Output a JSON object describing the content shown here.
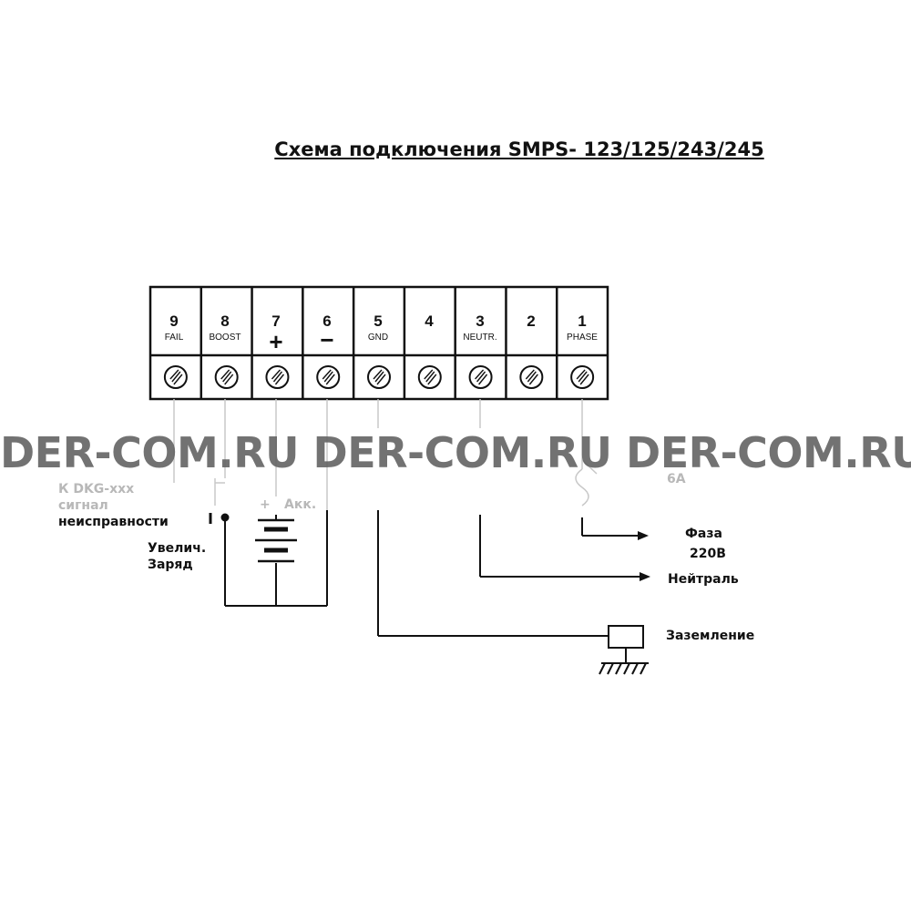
{
  "title": "Схема подключения SMPS- 123/125/243/245",
  "terminals": [
    {
      "number": "9",
      "label": "FAIL"
    },
    {
      "number": "8",
      "label": "BOOST"
    },
    {
      "number": "7",
      "label": "",
      "symbol": "+"
    },
    {
      "number": "6",
      "label": "",
      "symbol": "−"
    },
    {
      "number": "5",
      "label": "GND"
    },
    {
      "number": "4",
      "label": ""
    },
    {
      "number": "3",
      "label": "NEUTR."
    },
    {
      "number": "2",
      "label": ""
    },
    {
      "number": "1",
      "label": "PHASE"
    }
  ],
  "labels": {
    "dkg_line1": "К DKG-xxx",
    "dkg_line2": "сигнал",
    "dkg_line3": "неисправности",
    "boost_line1": "Увелич.",
    "boost_line2": "Заряд",
    "battery_plus": "+",
    "battery_label": "Акк.",
    "fuse_rating": "6A",
    "phase_line1": "Фаза",
    "phase_line2": "220В",
    "neutral": "Нейтраль",
    "ground": "Заземление"
  },
  "watermark": "DER-COM.RU DER-COM.RU DER-COM.RU",
  "colors": {
    "line": "#111111",
    "faint_line": "#c8c8c8",
    "watermark": "#5f5f5f"
  }
}
